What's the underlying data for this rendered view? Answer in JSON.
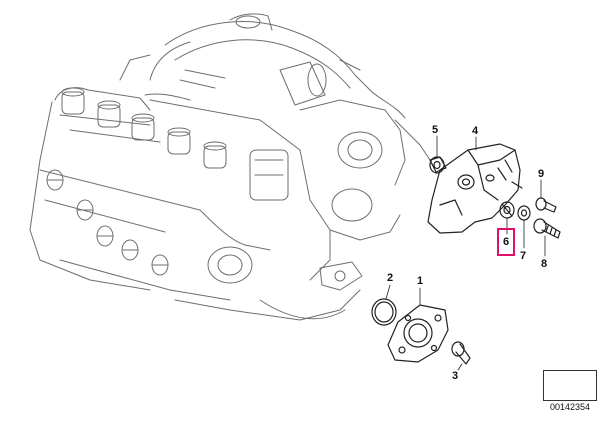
{
  "callouts": {
    "c1": "1",
    "c2": "2",
    "c3": "3",
    "c4": "4",
    "c5": "5",
    "c6": "6",
    "c7": "7",
    "c8": "8",
    "c9": "9"
  },
  "highlighted_part": "6",
  "highlight_color": "#e0106a",
  "diagram_id": "00142354",
  "icon": "arrow-symbol-icon"
}
